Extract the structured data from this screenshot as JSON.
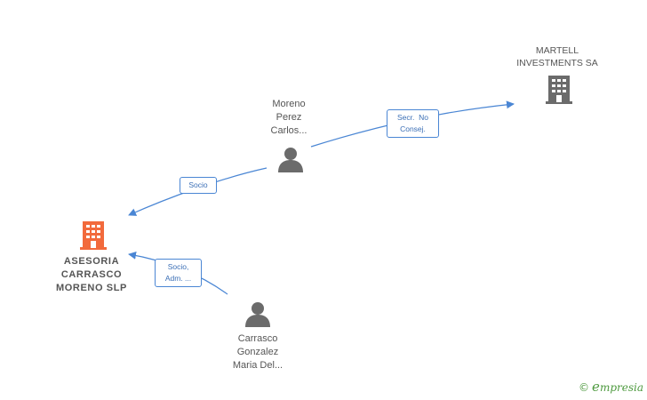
{
  "nodes": {
    "asesoria": {
      "lines": [
        "ASESORIA",
        "CARRASCO",
        "MORENO SLP"
      ],
      "color": "#f26a3c",
      "icon": "building-icon"
    },
    "martell": {
      "lines": [
        "MARTELL",
        "INVESTMENTS SA"
      ],
      "color": "#6b6b6b",
      "icon": "building-icon"
    },
    "moreno": {
      "lines": [
        "Moreno",
        "Perez",
        "Carlos..."
      ],
      "color": "#6b6b6b",
      "icon": "person-icon"
    },
    "carrasco": {
      "lines": [
        "Carrasco",
        "Gonzalez",
        "Maria Del..."
      ],
      "color": "#6b6b6b",
      "icon": "person-icon"
    }
  },
  "edges": {
    "socio": {
      "lines": [
        "Socio"
      ]
    },
    "secr": {
      "lines": [
        "Secr.  No",
        "Consej."
      ]
    },
    "socio_adm": {
      "lines": [
        "Socio,",
        "Adm. ..."
      ]
    }
  },
  "colors": {
    "edge": "#4a86d4",
    "brand": "#4e9a3f"
  },
  "brand": {
    "copyright": "©",
    "name": "mpresia",
    "initial": "e"
  }
}
